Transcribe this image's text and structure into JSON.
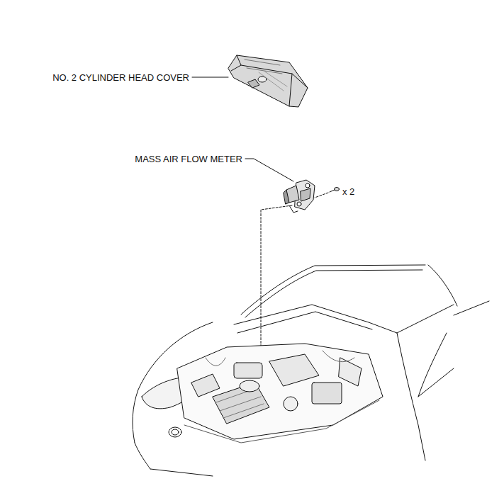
{
  "diagram": {
    "labels": [
      "NO. 2 CYLINDER HEAD COVER",
      "MASS AIR FLOW METER",
      "x 2"
    ]
  }
}
